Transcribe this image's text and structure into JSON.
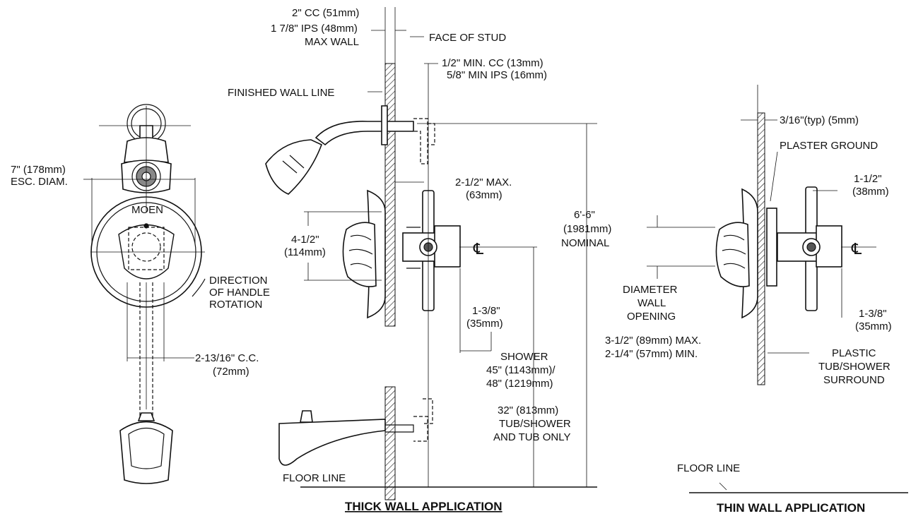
{
  "labels": {
    "cc_wall": "2\" CC (51mm)",
    "ips_wall": "1 7/8\" IPS (48mm)",
    "max_wall": "MAX WALL",
    "face_of_stud": "FACE OF STUD",
    "min_cc": "1/2\" MIN. CC (13mm)",
    "min_ips": "5/8\" MIN IPS (16mm)",
    "finished_wall_line": "FINISHED WALL LINE",
    "esc_diam_1": "7\" (178mm)",
    "esc_diam_2": "ESC. DIAM.",
    "max_2_5_1": "2-1/2\" MAX.",
    "max_2_5_2": "(63mm)",
    "h4_5_1": "4-1/2\"",
    "h4_5_2": "(114mm)",
    "nominal_1": "6'-6\"",
    "nominal_2": "(1981mm)",
    "nominal_3": "NOMINAL",
    "direction_1": "DIRECTION",
    "direction_2": "OF HANDLE",
    "direction_3": "ROTATION",
    "c1_3_8_1": "1-3/8\"",
    "c1_3_8_2": "(35mm)",
    "cc_2_13_1": "2-13/16\" C.C.",
    "cc_2_13_2": "(72mm)",
    "shower_1": "SHOWER",
    "shower_2": "45\" (1143mm)/",
    "shower_3": "48\" (1219mm)",
    "tub_1": "32\" (813mm)",
    "tub_2": "TUB/SHOWER",
    "tub_3": "AND TUB ONLY",
    "floor_line_left": "FLOOR LINE",
    "thick_title": "THICK WALL APPLICATION",
    "typ": "3/16\"(typ) (5mm)",
    "plaster_ground": "PLASTER GROUND",
    "r1_1_2_1": "1-1/2\"",
    "r1_1_2_2": "(38mm)",
    "diam_1": "DIAMETER",
    "diam_2": "WALL",
    "diam_3": "OPENING",
    "opening_max": "3-1/2\" (89mm) MAX.",
    "opening_min": "2-1/4\" (57mm) MIN.",
    "r1_3_8_1": "1-3/8\"",
    "r1_3_8_2": "(35mm)",
    "plastic_1": "PLASTIC",
    "plastic_2": "TUB/SHOWER",
    "plastic_3": "SURROUND",
    "floor_line_right": "FLOOR LINE",
    "thin_title": "THIN WALL APPLICATION",
    "brand": "MOEN",
    "cl_symbol": "℄"
  }
}
